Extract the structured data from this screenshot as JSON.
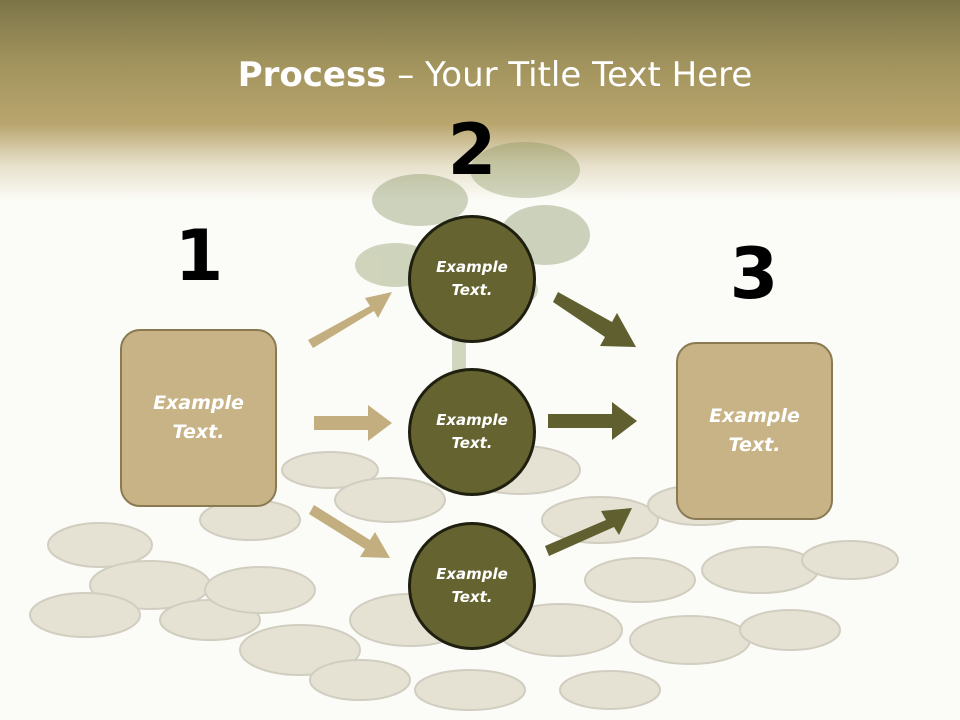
{
  "title": {
    "bold": "Process",
    "rest": " – Your Title Text Here"
  },
  "steps": [
    {
      "number": "1",
      "text": "Example\nText."
    },
    {
      "number": "2",
      "text": "Example\nText."
    },
    {
      "number": "3",
      "text": "Example\nText."
    }
  ],
  "circles": [
    {
      "text": "Example\nText."
    },
    {
      "text": "Example\nText."
    },
    {
      "text": "Example\nText."
    }
  ],
  "colors": {
    "header": "#a0925c",
    "box_fill": "#c7b385",
    "circle_fill": "#656431",
    "arrow_light": "#c2ae7e",
    "arrow_dark": "#5f5f30"
  }
}
